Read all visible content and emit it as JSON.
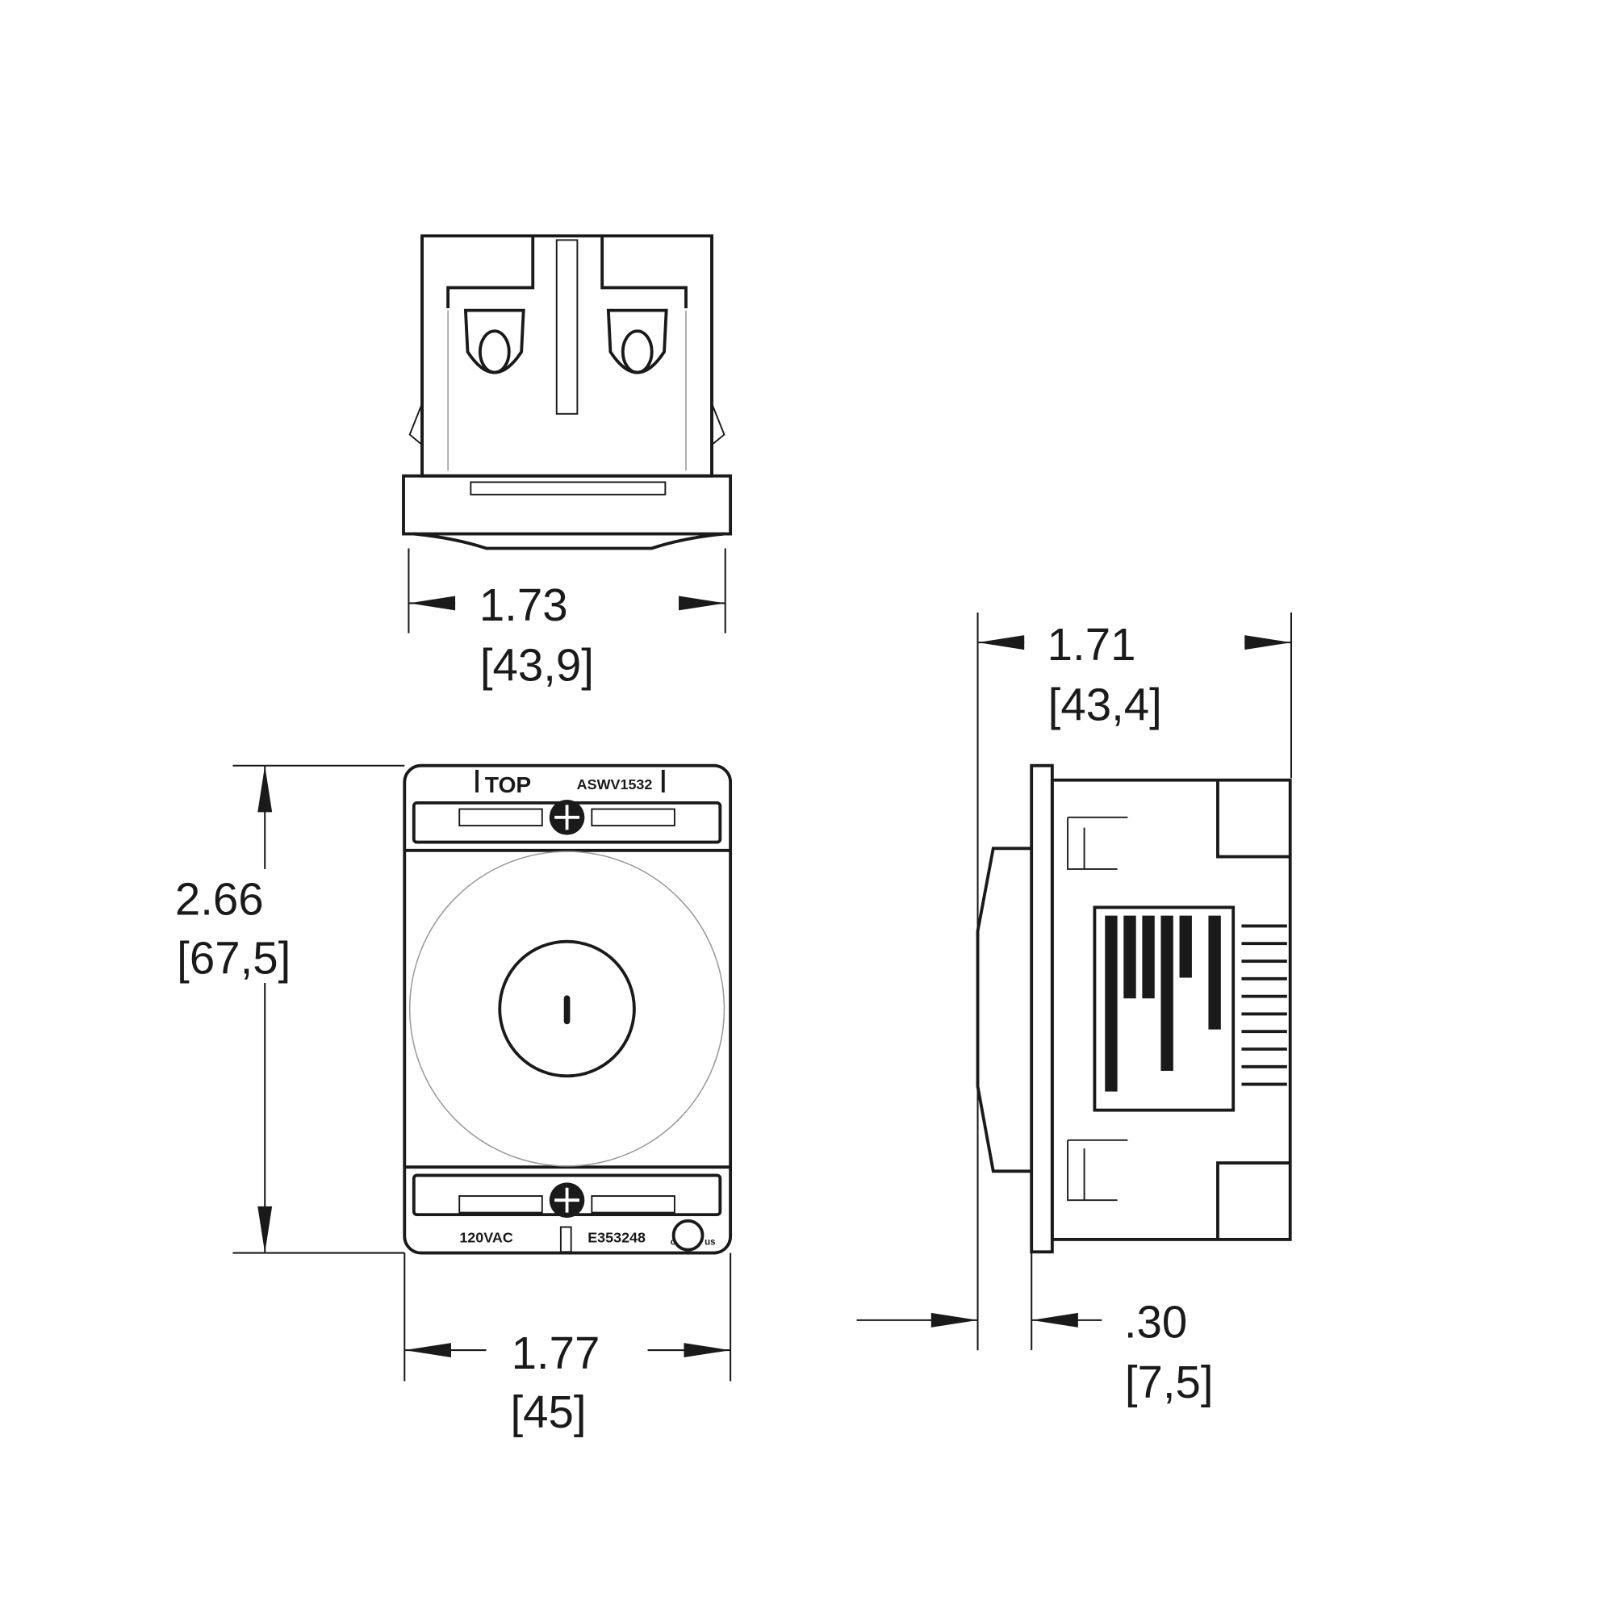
{
  "dimensions": {
    "top_width": {
      "inch": "1.73",
      "mm": "[43,9]"
    },
    "side_depth": {
      "inch": "1.71",
      "mm": "[43,4]"
    },
    "front_height": {
      "inch": "2.66",
      "mm": "[67,5]"
    },
    "front_width": {
      "inch": "1.77",
      "mm": "[45]"
    },
    "side_flange": {
      "inch": ".30",
      "mm": "[7,5]"
    }
  },
  "faceplate": {
    "top_mark": "TOP",
    "model": "ASWV1532",
    "rating": "120VAC",
    "file_number": "E353248",
    "cert_prefix": "c",
    "cert_suffix": "us",
    "button_mark": "I"
  }
}
